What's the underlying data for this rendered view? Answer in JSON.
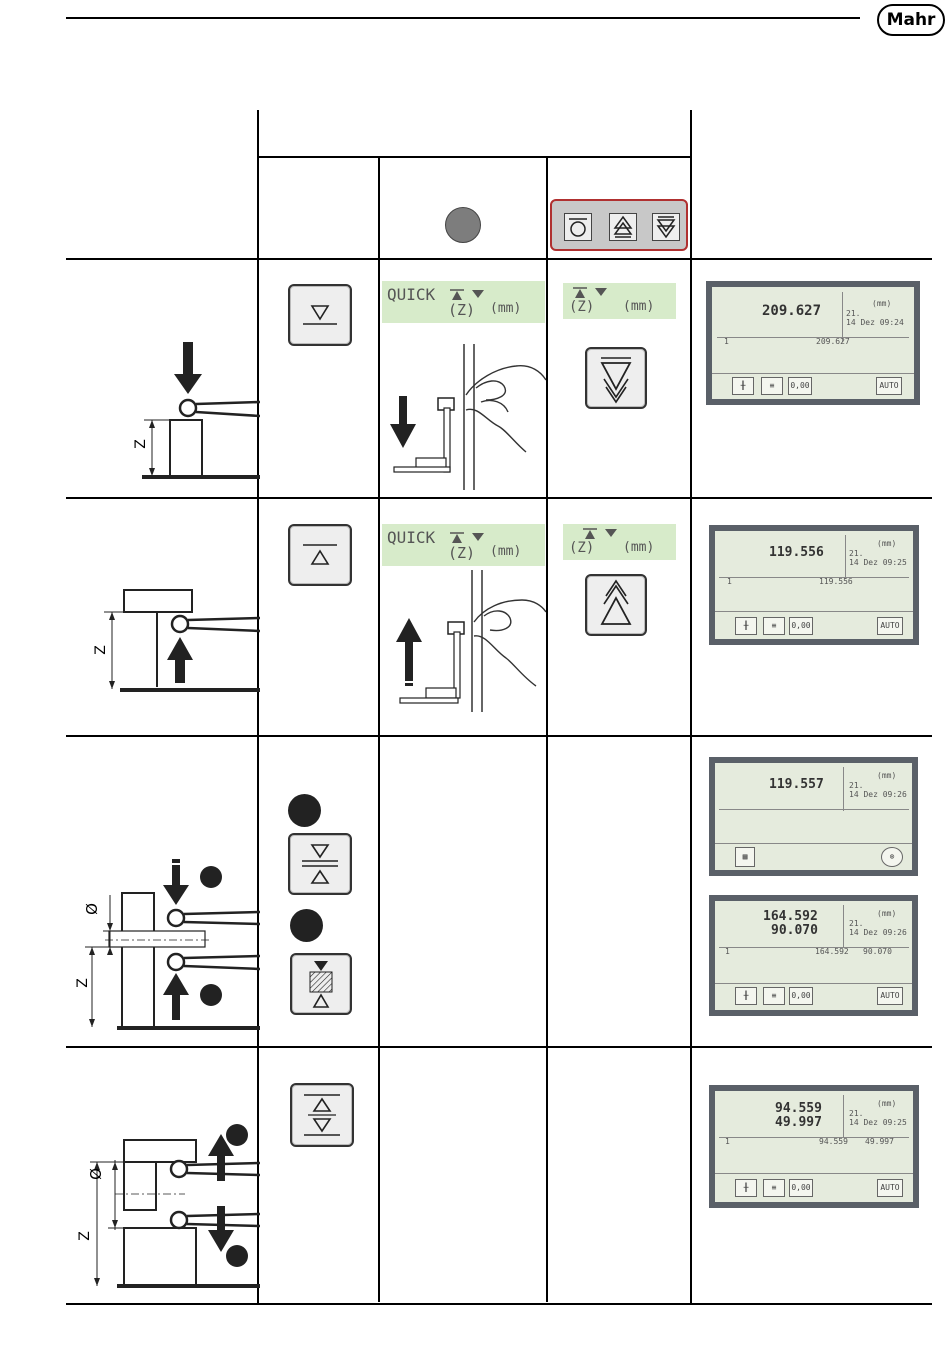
{
  "header": {
    "logo": "Mahr"
  },
  "display_keys": {
    "zero_label": "0"
  },
  "lcd": {
    "row1_top": "QUICK",
    "row1_bottom": "(Z)",
    "row1_unit": "(mm)",
    "row1_ref_unit": "(mm)",
    "row1_ref_z": "(Z)",
    "row2_top": "QUICK",
    "row2_bottom": "(Z)",
    "row2_unit": "(mm)",
    "row2_ref_unit": "(mm)",
    "row2_ref_z": "(Z)"
  },
  "screens": {
    "s1": {
      "main": "209.627",
      "sub": "209.627",
      "unit": "(mm)",
      "date": "21.",
      "time": "14 Dez 09:24",
      "row_index": "1",
      "btn_zero": "0,00",
      "btn_auto": "AUTO"
    },
    "s2": {
      "main": "119.556",
      "sub": "119.556",
      "unit": "(mm)",
      "date": "21.",
      "time": "14 Dez 09:25",
      "row_index": "1",
      "btn_zero": "0,00",
      "btn_auto": "AUTO"
    },
    "s3": {
      "main": "119.557",
      "unit": "(mm)",
      "date": "21.",
      "time": "14 Dez 09:26"
    },
    "s4": {
      "main1": "164.592",
      "main2": "90.070",
      "sub1": "164.592",
      "sub2": "90.070",
      "unit": "(mm)",
      "date": "21.",
      "time": "14 Dez 09:26",
      "row_index": "1",
      "btn_zero": "0,00",
      "btn_auto": "AUTO"
    },
    "s5": {
      "main1": "94.559",
      "main2": "49.997",
      "sub1": "94.559",
      "sub2": "49.997",
      "unit": "(mm)",
      "date": "21.",
      "time": "14 Dez 09:25",
      "row_index": "1",
      "btn_zero": "0,00",
      "btn_auto": "AUTO"
    }
  },
  "diagram_labels": {
    "z": "Z",
    "dia": "Ø"
  }
}
